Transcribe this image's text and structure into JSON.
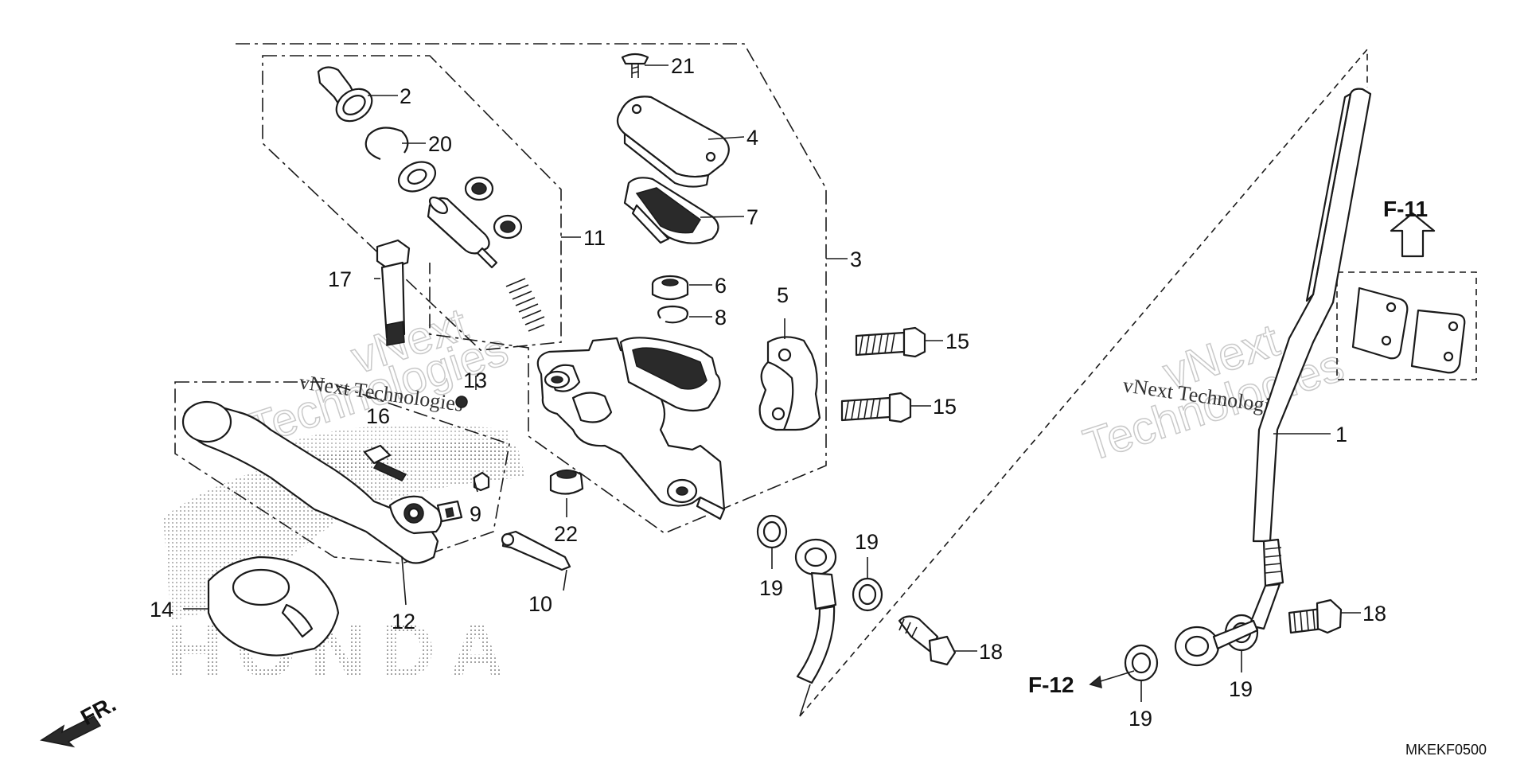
{
  "diagram": {
    "callouts": {
      "c1": "1",
      "c2": "2",
      "c3": "3",
      "c4": "4",
      "c5": "5",
      "c6": "6",
      "c7": "7",
      "c8": "8",
      "c9": "9",
      "c10": "10",
      "c11": "11",
      "c12": "12",
      "c13": "13",
      "c14": "14",
      "c15a": "15",
      "c15b": "15",
      "c16": "16",
      "c17": "17",
      "c18a": "18",
      "c18b": "18",
      "c19a": "19",
      "c19b": "19",
      "c19c": "19",
      "c19d": "19",
      "c20": "20",
      "c21": "21",
      "c22": "22"
    },
    "ref_up": "F-11",
    "ref_left": "F-12",
    "front_marker": "FR.",
    "diagram_code": "MKEKF0500",
    "watermark": {
      "line1": "vNext Technologies",
      "line2a": "vNext",
      "line2b": "Technologies"
    },
    "brand_pattern": "HONDA"
  }
}
